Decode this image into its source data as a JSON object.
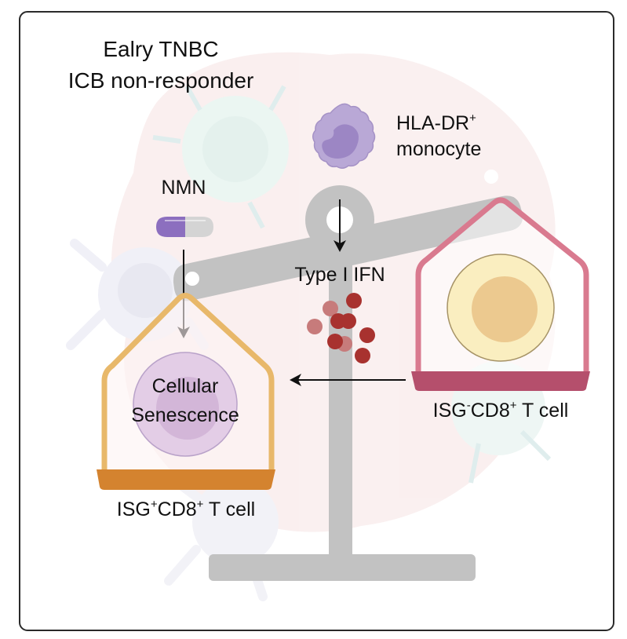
{
  "title": {
    "line1": "Ealry TNBC",
    "line2": "ICB non-responder"
  },
  "labels": {
    "nmn": "NMN",
    "monocyte_line1": "HLA-DR",
    "monocyte_sup": "+",
    "monocyte_line2": "monocyte",
    "ifn": "Type I IFN",
    "senescence_line1": "Cellular",
    "senescence_line2": "Senescence",
    "isg_pos": {
      "part1": "ISG",
      "sup1": "+",
      "part2": "CD8",
      "sup2": "+",
      "part3": " T cell"
    },
    "isg_neg": {
      "part1": "ISG",
      "sup1": "-",
      "part2": "CD8",
      "sup2": "+",
      "part3": " T cell"
    }
  },
  "colors": {
    "frame": "#2a2a2a",
    "scale_gray": "#c2c2c2",
    "pan_left_outline": "#e8b86a",
    "pan_left_base": "#d4832f",
    "pan_right_outline": "#d97a8f",
    "pan_right_base": "#b54f6c",
    "monocyte": "#b9a8d6",
    "monocyte_nucleus": "#9c86c4",
    "ifn_particle": "#a8322f",
    "senescent_cell": "#e3cde6",
    "tcell_outer": "#faeec0",
    "tcell_inner": "#ecc98f",
    "nmn_capsule_left": "#8c6fbf",
    "nmn_capsule_right": "#d4d4d4"
  }
}
